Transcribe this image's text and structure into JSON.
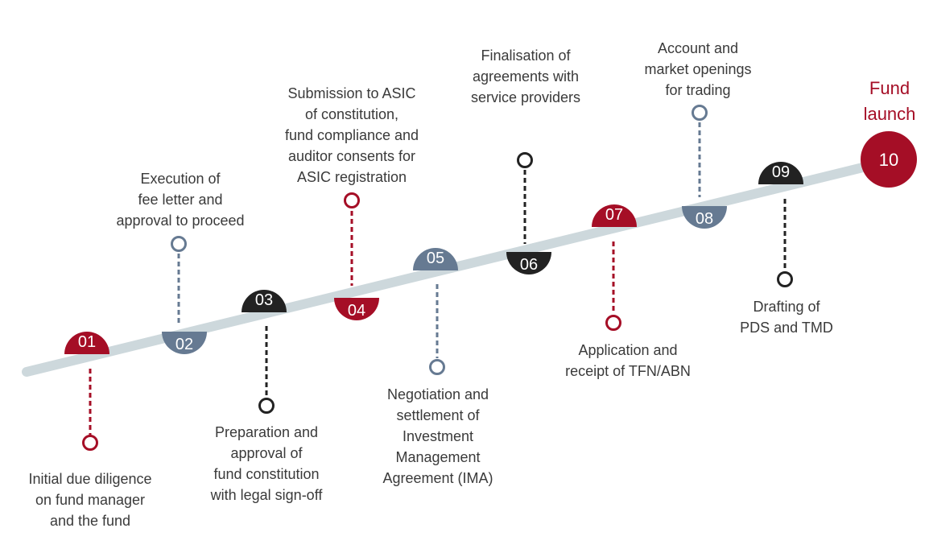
{
  "colors": {
    "red": "#a50e26",
    "slate": "#667a92",
    "black": "#222222",
    "track": "#cdd8dc"
  },
  "launch_title": [
    "Fund",
    "launch"
  ],
  "steps": [
    {
      "number": "01",
      "color": "red",
      "label": [
        "Initial due diligence",
        "on fund manager",
        "and the fund"
      ]
    },
    {
      "number": "02",
      "color": "slate",
      "label": [
        "Execution of",
        "fee letter and",
        "approval to proceed"
      ]
    },
    {
      "number": "03",
      "color": "black",
      "label": [
        "Preparation and",
        "approval of",
        "fund constitution",
        "with legal sign-off"
      ]
    },
    {
      "number": "04",
      "color": "red",
      "label": [
        "Submission to ASIC",
        "of constitution,",
        "fund compliance and",
        "auditor consents for",
        "ASIC registration"
      ]
    },
    {
      "number": "05",
      "color": "slate",
      "label": [
        "Negotiation and",
        "settlement of",
        "Investment",
        "Management",
        "Agreement (IMA)"
      ]
    },
    {
      "number": "06",
      "color": "black",
      "label": [
        "Finalisation of",
        "agreements with",
        "service providers"
      ]
    },
    {
      "number": "07",
      "color": "red",
      "label": [
        "Application and",
        "receipt of TFN/ABN"
      ]
    },
    {
      "number": "08",
      "color": "slate",
      "label": [
        "Account and",
        "market openings",
        "for trading"
      ]
    },
    {
      "number": "09",
      "color": "black",
      "label": [
        "Drafting of",
        "PDS and TMD"
      ]
    },
    {
      "number": "10",
      "color": "red",
      "label": []
    }
  ]
}
